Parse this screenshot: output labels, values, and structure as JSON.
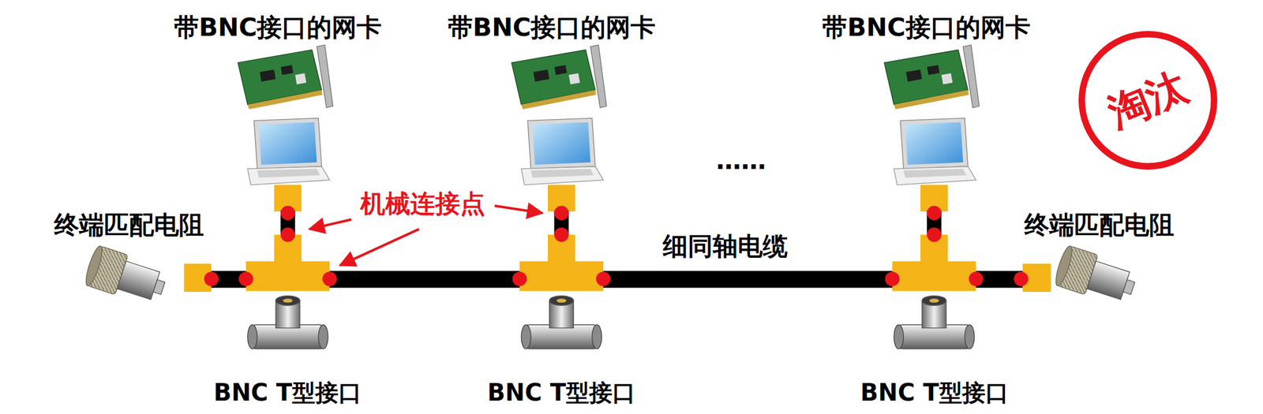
{
  "diagram": {
    "nodes": [
      {
        "text": [
          "淘汰"
        ]
      }
    ],
    "labels": [
      "带BNC接口的网卡",
      "带BNC接口的网卡",
      "带BNC接口的网卡",
      "……",
      "机械连接点",
      "终端匹配电阻",
      "细同轴电缆",
      "终端匹配电阻",
      "BNC T型接口",
      "BNC T型接口",
      "BNC T型接口"
    ]
  }
}
